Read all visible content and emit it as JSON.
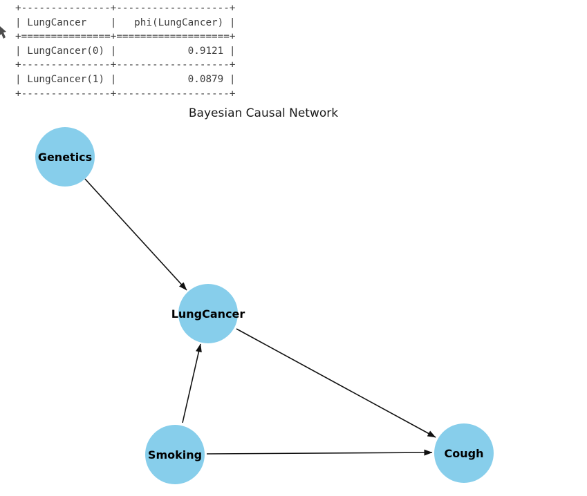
{
  "console_output": {
    "lines": [
      "+---------------+-------------------+",
      "| LungCancer    |   phi(LungCancer) |",
      "+===============+===================+",
      "| LungCancer(0) |            0.9121 |",
      "+---------------+-------------------+",
      "| LungCancer(1) |            0.0879 |",
      "+---------------+-------------------+"
    ],
    "table": {
      "columns": [
        "LungCancer",
        "phi(LungCancer)"
      ],
      "rows": [
        [
          "LungCancer(0)",
          "0.9121"
        ],
        [
          "LungCancer(1)",
          "0.0879"
        ]
      ]
    }
  },
  "figure": {
    "title": "Bayesian Causal Network",
    "node_fill_color": "#87CEEB",
    "edge_color": "#111111",
    "nodes": [
      {
        "label": "Genetics"
      },
      {
        "label": "LungCancer"
      },
      {
        "label": "Smoking"
      },
      {
        "label": "Cough"
      }
    ],
    "edges": [
      {
        "from": "Genetics",
        "to": "LungCancer"
      },
      {
        "from": "Smoking",
        "to": "LungCancer"
      },
      {
        "from": "LungCancer",
        "to": "Cough"
      },
      {
        "from": "Smoking",
        "to": "Cough"
      }
    ]
  }
}
